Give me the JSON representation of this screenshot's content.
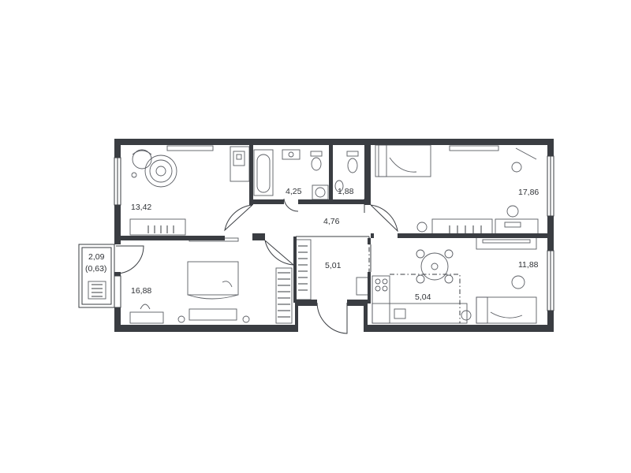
{
  "rooms": [
    {
      "id": "bedroom-nw",
      "area": "13,42"
    },
    {
      "id": "bathroom",
      "area": "4,25"
    },
    {
      "id": "wc",
      "area": "1,88"
    },
    {
      "id": "bedroom-ne",
      "area": "17,86"
    },
    {
      "id": "corridor-upper",
      "area": "4,76"
    },
    {
      "id": "corridor-lower",
      "area": "5,01"
    },
    {
      "id": "balcony",
      "area": "2,09",
      "reduced_area": "(0,63)"
    },
    {
      "id": "living-room-sw",
      "area": "16,88"
    },
    {
      "id": "kitchen",
      "area": "5,04"
    },
    {
      "id": "room-se",
      "area": "11,88"
    }
  ],
  "colors": {
    "walls": "#3a3d42",
    "furniture": "#5a5d63",
    "background": "#ffffff"
  }
}
